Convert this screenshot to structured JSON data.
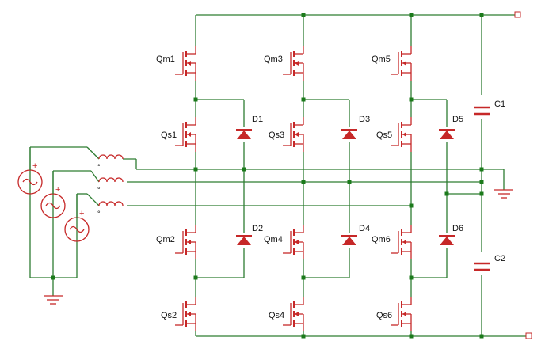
{
  "labels": {
    "Qm1": "Qm1",
    "Qm2": "Qm2",
    "Qm3": "Qm3",
    "Qm4": "Qm4",
    "Qm5": "Qm5",
    "Qm6": "Qm6",
    "Qs1": "Qs1",
    "Qs2": "Qs2",
    "Qs3": "Qs3",
    "Qs4": "Qs4",
    "Qs5": "Qs5",
    "Qs6": "Qs6",
    "D1": "D1",
    "D2": "D2",
    "D3": "D3",
    "D4": "D4",
    "D5": "D5",
    "D6": "D6",
    "C1": "C1",
    "C2": "C2"
  },
  "source_symbols": {
    "positive": "+",
    "coil_dot": "°"
  },
  "colors": {
    "wire": "#2e7d32",
    "component": "#c62828",
    "junction": "#1b7a1b",
    "label": "#111111"
  }
}
